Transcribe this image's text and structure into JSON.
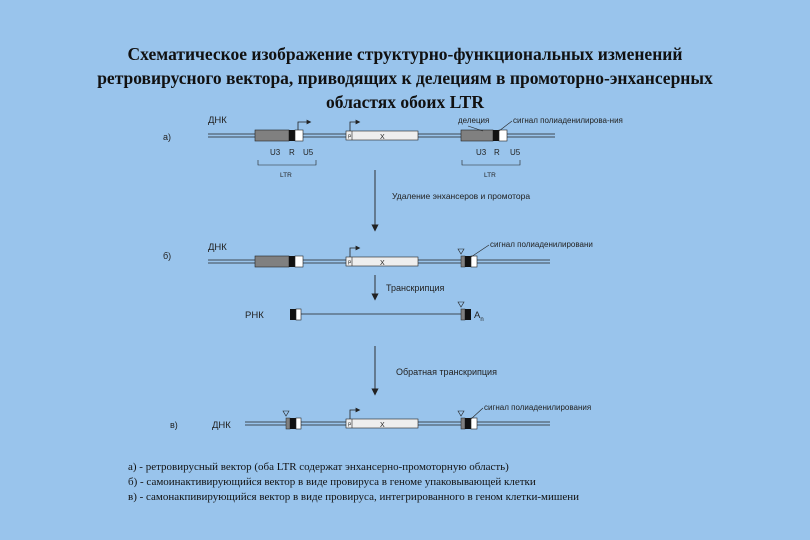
{
  "title": {
    "line1": "Схематическое изображение структурно-функциональных изменений",
    "line2": "ретровирусного вектора, приводящих к делециям в промоторно-энхансерных",
    "line3": "областях обоих LTR"
  },
  "rows": {
    "a": {
      "letter": "а)",
      "label": "ДНК",
      "deletion": "делеция",
      "polya_signal": "сигнал полиаденилирова-ния"
    },
    "b": {
      "letter": "б)",
      "label": "ДНК",
      "polya_signal": "сигнал полиаденилировани"
    },
    "rna": {
      "label": "РНК",
      "polya": "A",
      "polya_sub": "n"
    },
    "c": {
      "letter": "в)",
      "label": "ДНК",
      "polya_signal": "сигнал полиаденилирования"
    }
  },
  "ltr": {
    "u3": "U3",
    "r": "R",
    "u5": "U5",
    "name": "LTR"
  },
  "insert": {
    "promoter": "P",
    "gene": "X"
  },
  "steps": {
    "step1": "Удаление энхансеров и промотора",
    "step2": "Транскрипция",
    "step3": "Обратная транскрипция"
  },
  "legend": {
    "a": "а) - ретровирусный вектор (оба LTR содержат энхансерно-промоторную область)",
    "b": "б) - самоинактивирующийся вектор в виде провируса в геноме упаковывающей клетки",
    "c": "в) - самонакпивирующийся вектор в виде провируса, интегрированного в геном клетки-мишени"
  },
  "colors": {
    "background": "#99c4ec",
    "u3_box": "#808080",
    "r_box": "#111111",
    "u5_box": "#ffffff",
    "insert_box": "#eeeeee",
    "line": "#222222"
  }
}
